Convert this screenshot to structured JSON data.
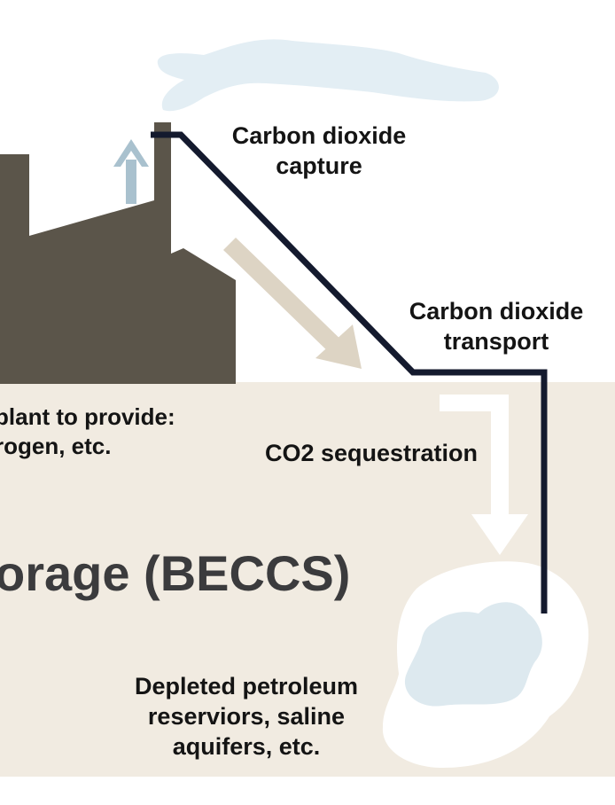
{
  "labels": {
    "capture": [
      "Carbon dioxide",
      "capture"
    ],
    "transport": [
      "Carbon dioxide",
      "transport"
    ],
    "sequestration": "CO2 sequestration",
    "plant": [
      "plant to provide:",
      "rogen, etc."
    ],
    "title": "orage (BECCS)",
    "reservoir": [
      "Depleted petroleum",
      "reserviors, saline",
      "aquifers, etc."
    ]
  },
  "colors": {
    "ground": "#f1ebe1",
    "factory": "#5b554a",
    "pipe": "#141a2e",
    "smoke": "#e3eef4",
    "up_arrow": "#a9c1ce",
    "diag_arrow": "#ddd4c4",
    "down_arrow": "#ffffff",
    "reservoir_water": "#dde9ef",
    "reservoir_rock": "#ffffff",
    "title_text": "#3b3b3d",
    "label_text": "#141414"
  }
}
